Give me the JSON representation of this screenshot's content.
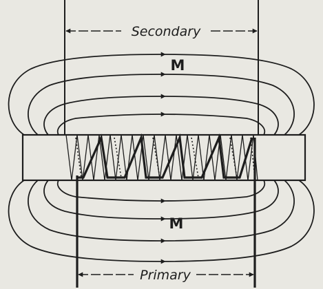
{
  "labels": {
    "secondary": "Secondary",
    "primary": "Primary",
    "flux_top": "M",
    "flux_bottom": "M"
  },
  "colors": {
    "background": "#e9e8e2",
    "ink": "#1d1d1d"
  }
}
